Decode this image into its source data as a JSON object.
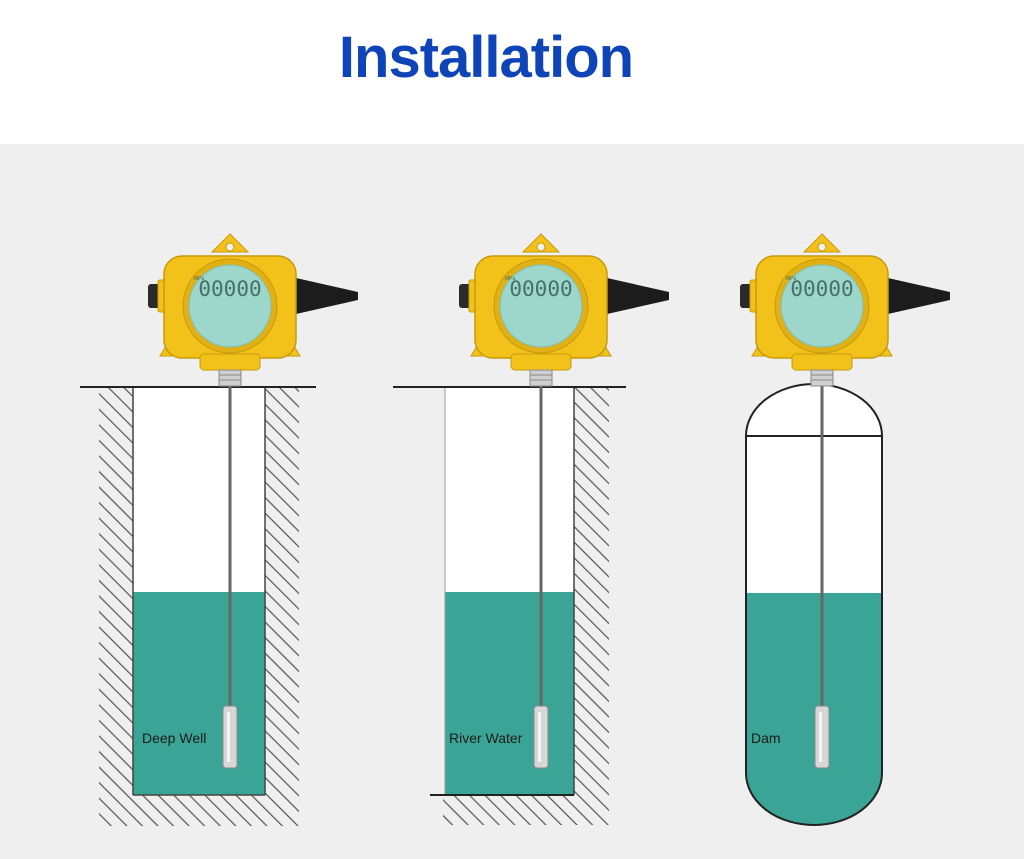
{
  "title": "Installation",
  "scenes": [
    {
      "label": "Deep Well"
    },
    {
      "label": "River Water"
    },
    {
      "label": "Dam"
    }
  ],
  "display": {
    "digits": "00000",
    "unit": "MPa"
  },
  "colors": {
    "title": "#0f44b8",
    "water": "#3aa596",
    "housing": "#f2c21b",
    "lcd": "#9dd7cc",
    "hatch": "#555555"
  }
}
